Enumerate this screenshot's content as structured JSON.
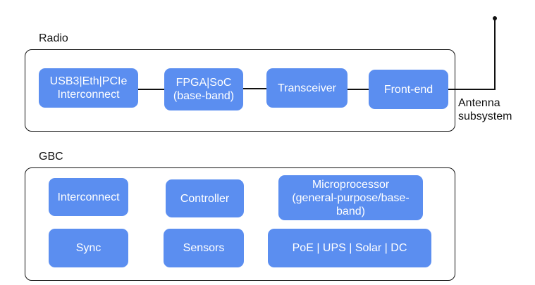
{
  "radio": {
    "title": "Radio",
    "blocks": [
      "USB3|Eth|PCIe\nInterconnect",
      "FPGA|SoC\n(base-band)",
      "Transceiver",
      "Front-end"
    ]
  },
  "antenna": {
    "label": "Antenna\nsubsystem"
  },
  "gbc": {
    "title": "GBC",
    "blocks": [
      "Interconnect",
      "Controller",
      "Microprocessor\n(general-purpose/base-\nband)",
      "Sync",
      "Sensors",
      "PoE | UPS | Solar | DC"
    ]
  },
  "colors": {
    "block": "#5b8ef0",
    "line": "#111111"
  }
}
